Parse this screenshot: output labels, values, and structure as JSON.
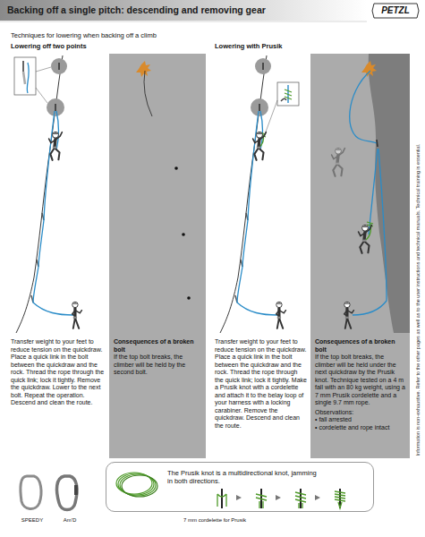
{
  "diagram": {
    "title": "Backing off a single pitch: descending and removing gear",
    "nodes": [
      {
        "text": [
          "Consequences of a broken bolt",
          "If the top bolt breaks, the climber will be held by the second bolt."
        ]
      },
      {
        "text": [
          "Consequences of a broken bolt",
          "If the top bolt breaks, the climber will be held under the next quickdraw by the Prusik knot. Technique tested on a 4 m fall with an 80 kg weight, using a 7 mm Prusik cordelette and a single 9.7 mm rope.",
          "Observations:",
          "• fall arrested",
          "• cordelette and rope intact"
        ]
      },
      {
        "text": [
          "The Prusik knot is a multidirectional knot, jamming in both directions."
        ]
      }
    ],
    "labels": [
      "PETZL",
      "Techniques for lowering when backing off a climb",
      "Lowering off two points",
      "Lowering with Prusik",
      "Transfer weight to your feet to reduce tension on the quickdraw. Place a quick link in the bolt between the quickdraw and the rock. Thread the rope through the quick link; lock it tightly. Remove the quickdraw. Lower to the next bolt. Repeat the operation. Descend and clean the route.",
      "Transfer weight to your feet to reduce tension on the quickdraw. Place a quick link in the bolt between the quickdraw and the rock. Thread the rope through the quick link; lock it tightly. Make a Prusik knot with a cordelette and attach it to the belay loop of your harness with a locking carabiner. Remove the quickdraw. Descend and clean the route.",
      "SPEEDY",
      "Am'D",
      "7 mm cordelette for Prusik",
      "Information is non-exhaustive. Refer to the other pages as well as to the user instructions and technical manuals. Technical training is essential."
    ]
  }
}
